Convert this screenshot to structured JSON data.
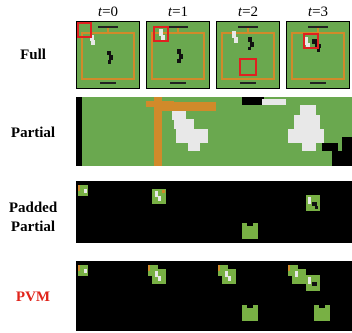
{
  "timesteps": {
    "symbol": "t",
    "values": [
      "=0",
      "=1",
      "=2",
      "=3"
    ]
  },
  "rows": {
    "full": "Full",
    "partial": "Partial",
    "padded_line1": "Padded",
    "padded_line2": "Partial",
    "pvm": "PVM"
  },
  "colors": {
    "field_green": "#6aa84f",
    "obs_green": "#78b044",
    "field_line": "#d18a2a",
    "highlight_red": "#e02020",
    "pvm_label": "#e0241b",
    "background_black": "#000000"
  }
}
